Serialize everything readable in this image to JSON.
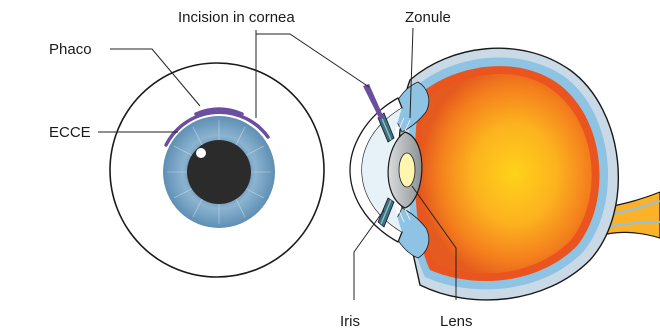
{
  "labels": {
    "phaco": "Phaco",
    "ecce": "ECCE",
    "incision": "Incision in cornea",
    "zonule": "Zonule",
    "iris": "Iris",
    "lens": "Lens"
  },
  "colors": {
    "outline": "#1a1a1a",
    "incision_mark": "#6a4fa0",
    "iris_blue": "#7fa9c9",
    "pupil": "#2b2b2b",
    "sclera_blue": "#8fc3e4",
    "retina_red": "#e9541f",
    "vitreous_orange": "#f7a21c",
    "cornea_fill": "#e6f1f8"
  }
}
